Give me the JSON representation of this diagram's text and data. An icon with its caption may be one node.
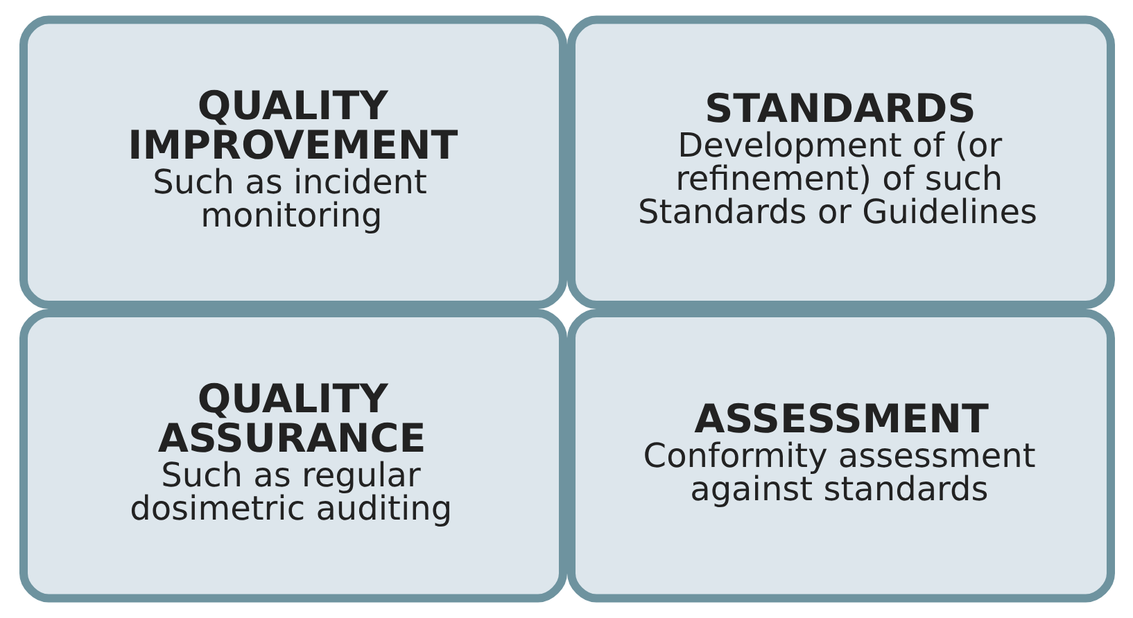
{
  "diagram": {
    "nodes": [
      {
        "text": [
          "QUALITY IMPROVEMENT",
          "Such as incident monitoring"
        ]
      },
      {
        "text": [
          "STANDARDS",
          "Development of (or refinement) of such Standards or Guidelines"
        ]
      },
      {
        "text": [
          "QUALITY ASSURANCE",
          "Such as regular dosimetric auditing"
        ]
      },
      {
        "text": [
          "ASSESSMENT",
          "Conformity assessment against standards"
        ]
      }
    ]
  }
}
